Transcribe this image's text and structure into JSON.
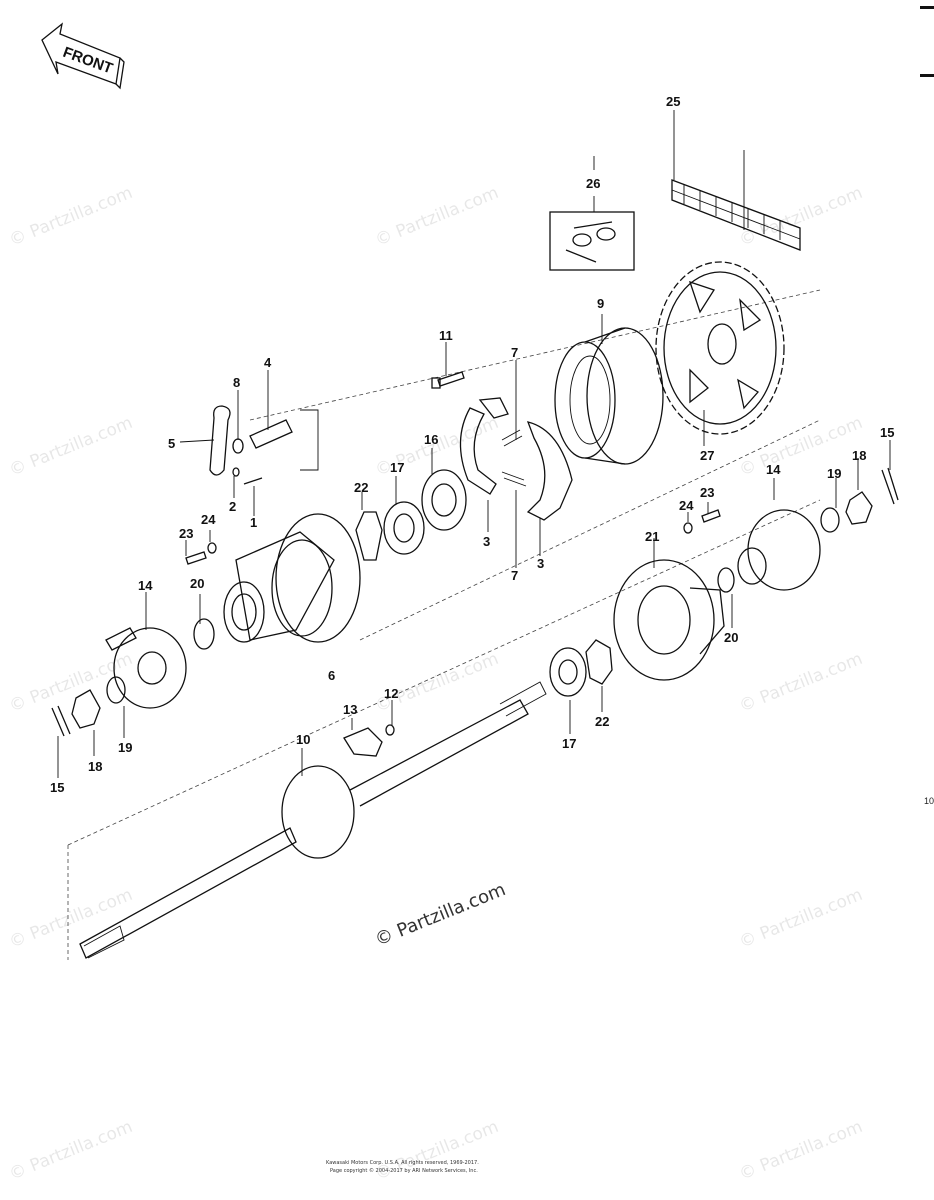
{
  "front_label": "FRONT",
  "page_marker": "10",
  "watermark": "© Partzilla.com",
  "copyright_line1": "Kawasaki Motors Corp. U.S.A. All rights reserved, 1969-2017.",
  "copyright_line2": "Page copyright © 2004-2017 by ARI Network Services, Inc.",
  "callouts": [
    "1",
    "2",
    "3",
    "3",
    "4",
    "5",
    "6",
    "7",
    "7",
    "8",
    "9",
    "10",
    "11",
    "12",
    "13",
    "14",
    "14",
    "15",
    "15",
    "16",
    "17",
    "17",
    "18",
    "18",
    "19",
    "19",
    "20",
    "20",
    "21",
    "22",
    "22",
    "23",
    "23",
    "24",
    "24",
    "25",
    "26",
    "27"
  ]
}
